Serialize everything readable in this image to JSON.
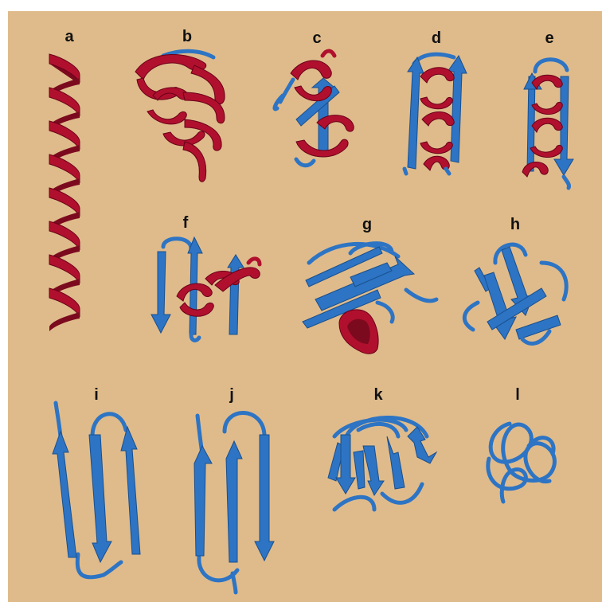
{
  "labels": {
    "a": "a",
    "b": "b",
    "c": "c",
    "d": "d",
    "e": "e",
    "f": "f",
    "g": "g",
    "h": "h",
    "i": "i",
    "j": "j",
    "k": "k",
    "l": "l"
  },
  "colors": {
    "background": "#dfbb8b",
    "helix": "#b0102e",
    "strand": "#2d74c4"
  }
}
